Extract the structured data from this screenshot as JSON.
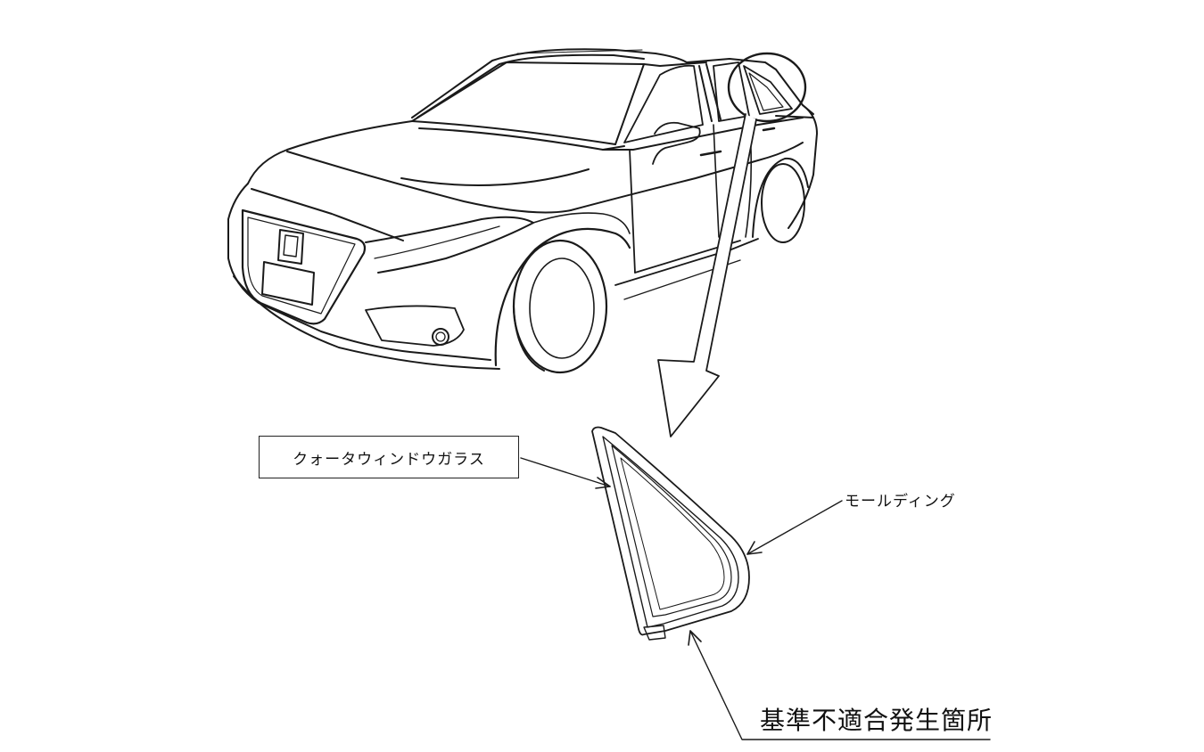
{
  "labels": {
    "quarter_window_glass": "クォータウィンドウガラス",
    "molding": "モールディング",
    "defect_location": "基準不適合発生箇所"
  },
  "colors": {
    "line": "#1a1a1a",
    "background": "#ffffff"
  }
}
